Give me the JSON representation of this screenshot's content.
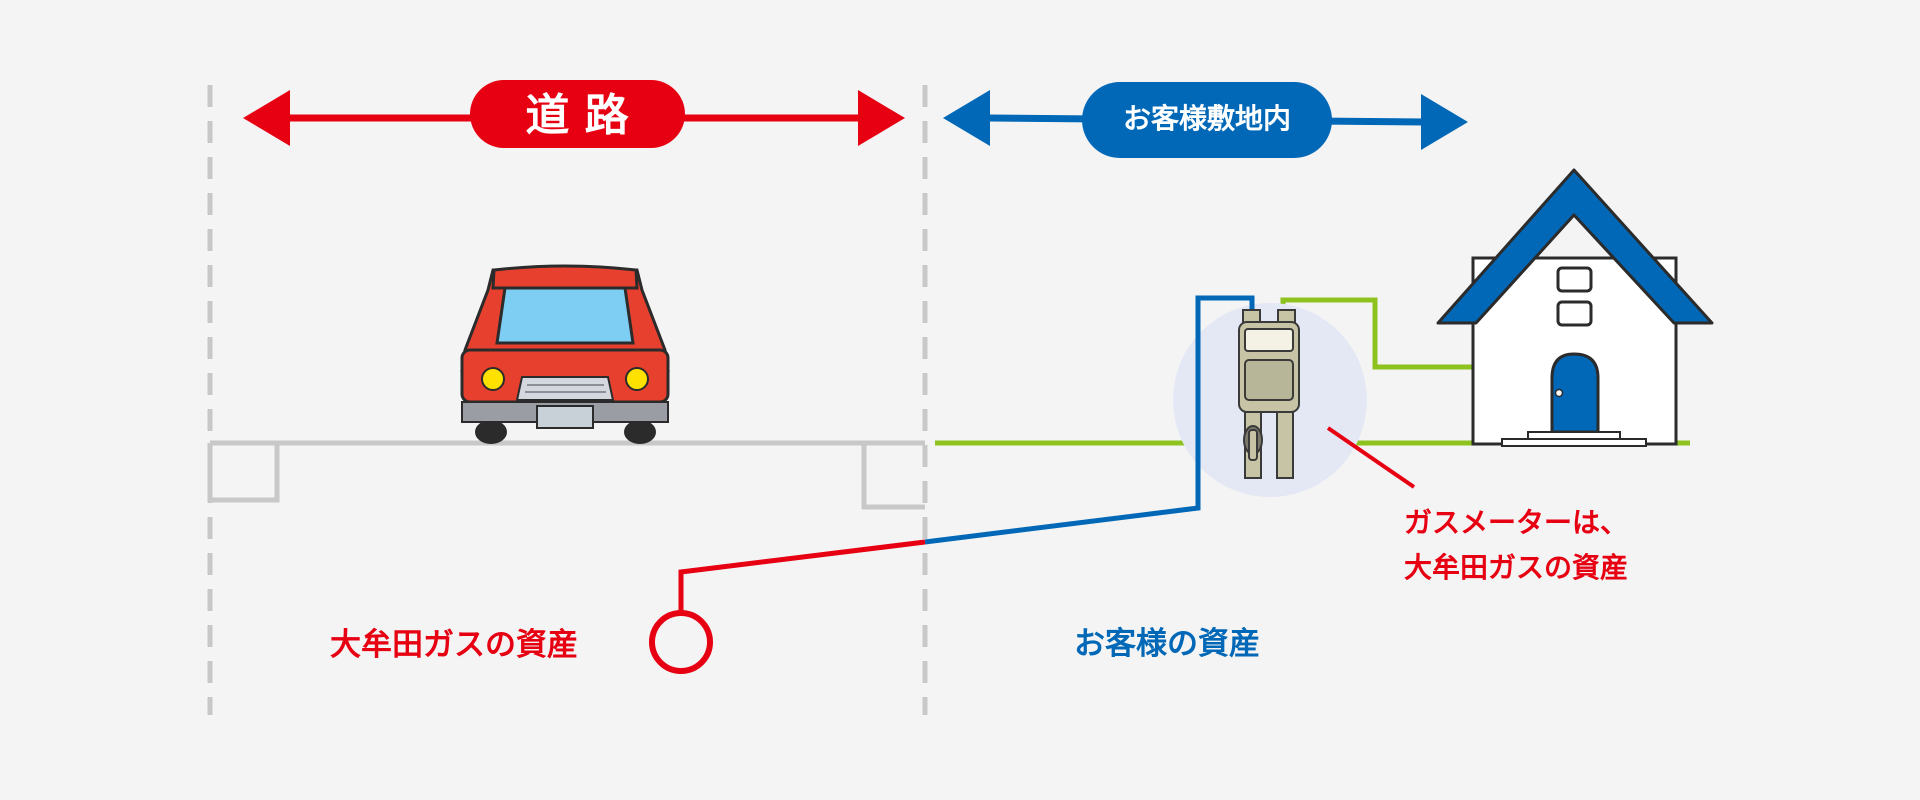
{
  "labels": {
    "road": "道 路",
    "customer_premises": "お客様敷地内",
    "meter_note_line1": "ガスメーターは、",
    "meter_note_line2": "大牟田ガスの資産",
    "omuta_gas_asset": "大牟田ガスの資産",
    "customer_asset": "お客様の資産"
  },
  "colors": {
    "background": "#f4f4f4",
    "road_red": "#e60012",
    "customer_blue": "#0068b7",
    "house_pipe_green": "#8dc21f",
    "road_gray": "#c8c8c8",
    "meter_circle": "#e3e8f4"
  },
  "icons": {
    "car": "car-icon",
    "house": "house-icon",
    "gas_meter": "gas-meter-icon"
  }
}
